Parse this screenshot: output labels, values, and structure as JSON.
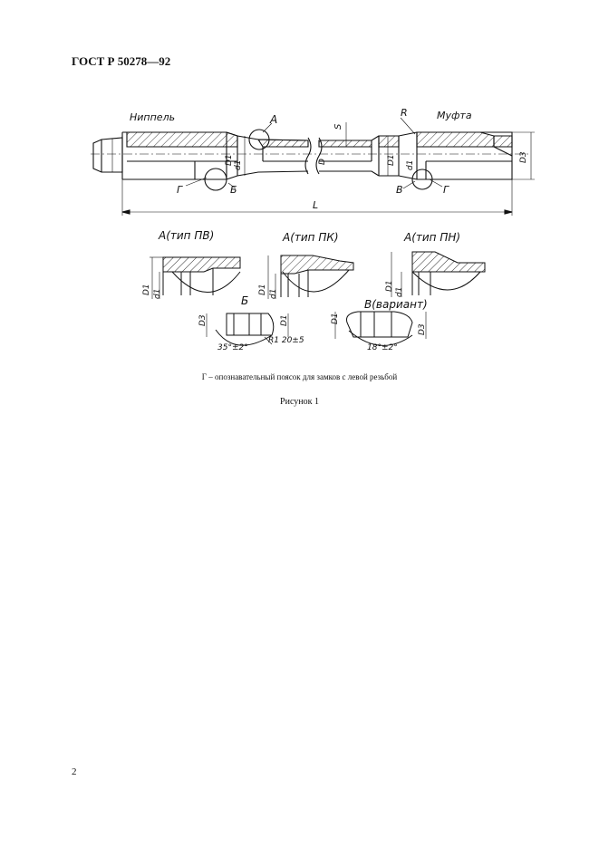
{
  "header": {
    "standard": "ГОСТ Р 50278—92"
  },
  "figure": {
    "labels": {
      "nipple": "Ниппель",
      "coupling": "Муфта",
      "A": "А",
      "R": "R",
      "S": "S",
      "D1": "D1",
      "d1": "d1",
      "D": "D",
      "D3": "D3",
      "G_left": "Г",
      "B_left": "Б",
      "V_right": "В",
      "G_right": "Г",
      "L": "L"
    },
    "details": {
      "a_pv": "А(тип ПВ)",
      "a_pk": "А(тип ПК)",
      "a_pn": "А(тип ПН)",
      "b": "Б",
      "v": "В(вариант)",
      "b_angle": "35°±2°",
      "b_radius": "R1 20±5",
      "v_angle": "18°±2°"
    }
  },
  "caption": {
    "note": "Г – опознавательный поясок для замков с левой резьбой",
    "title": "Рисунок 1"
  },
  "page_number": "2"
}
